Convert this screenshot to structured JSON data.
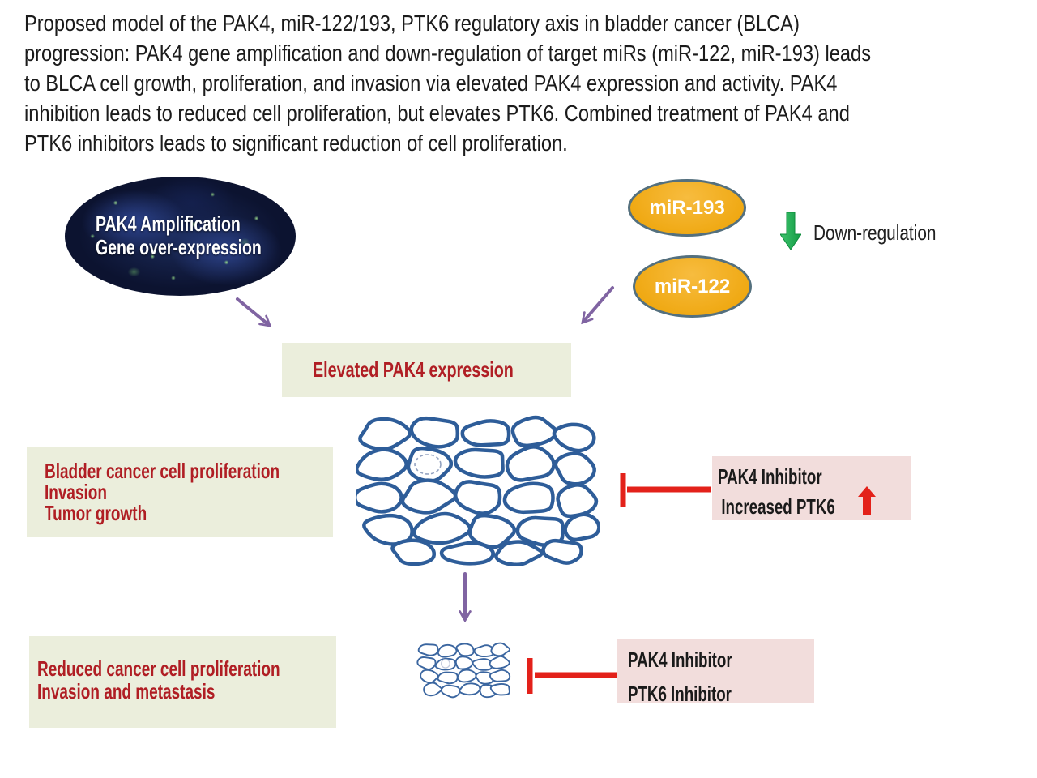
{
  "caption": {
    "lines": [
      "Proposed model of the PAK4, miR-122/193, PTK6 regulatory axis in bladder cancer (BLCA)",
      "progression: PAK4 gene amplification and down-regulation of target miRs (miR-122, miR-193) leads",
      "to BLCA cell growth, proliferation, and invasion via elevated PAK4 expression and activity. PAK4",
      "inhibition leads to reduced cell proliferation, but elevates PTK6. Combined treatment of PAK4 and",
      "PTK6 inhibitors leads to significant reduction of cell proliferation."
    ]
  },
  "nodes": {
    "pak4_amplification": {
      "line1": "PAK4 Amplification",
      "line2": "Gene over-expression"
    },
    "mir193": {
      "label": "miR-193"
    },
    "mir122": {
      "label": "miR-122"
    }
  },
  "labels": {
    "down_regulation": "Down-regulation"
  },
  "boxes": {
    "elevated": {
      "text": "Elevated PAK4 expression"
    },
    "cancer_effects": {
      "line1": "Bladder cancer cell proliferation",
      "line2": "Invasion",
      "line3": "Tumor growth"
    },
    "pak4_inhibitor": {
      "line1": "PAK4 Inhibitor",
      "line2": "Increased PTK6"
    },
    "reduced_effects": {
      "line1": "Reduced cancer cell proliferation",
      "line2": "Invasion and metastasis"
    },
    "combined_inhibitor": {
      "line1": "PAK4 Inhibitor",
      "line2": "PTK6 Inhibitor"
    }
  },
  "colors": {
    "bright_red": "#e3211a",
    "dark_red_text": "#b01e24",
    "purple_arrow": "#8064a2",
    "green_arrow": "#1fad4e",
    "olive_box_bg": "#ebeedc",
    "pink_box_bg": "#f2dddc",
    "orange_node_fill": "#f3ac1c",
    "orange_node_border": "#54707e",
    "cell_outline_blue": "#2e5d99",
    "black_text": "#1a1a1a"
  }
}
